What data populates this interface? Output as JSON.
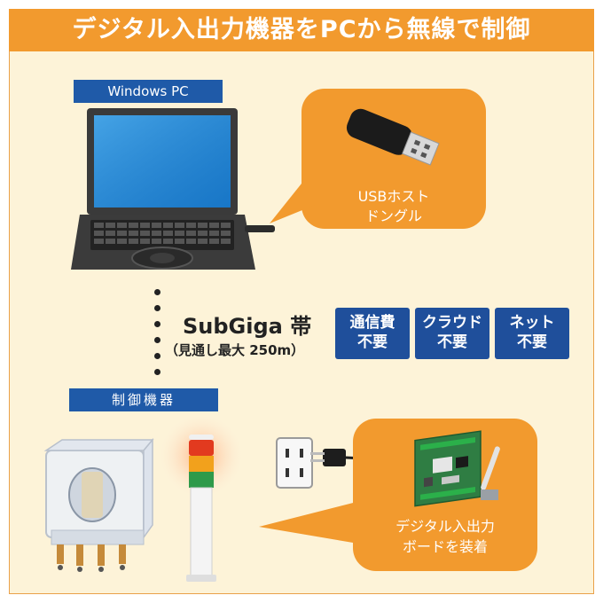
{
  "title": "デジタル入出力機器をPCから無線で制御",
  "pc_label": "Windows PC",
  "dongle_callout": [
    "USBホスト",
    "ドングル"
  ],
  "subgiga": {
    "band": "SubGiga 帯",
    "note": "（見通し最大 250m）"
  },
  "badges": [
    {
      "line1": "通信費",
      "line2": "不要"
    },
    {
      "line1": "クラウド",
      "line2": "不要"
    },
    {
      "line1": "ネット",
      "line2": "不要"
    }
  ],
  "device_label": "制御機器",
  "board_callout": [
    "デジタル入出力",
    "ボードを装着"
  ],
  "colors": {
    "orange": "#f29a2e",
    "navy": "#1f4f9b",
    "background": "#fdf3d8"
  }
}
